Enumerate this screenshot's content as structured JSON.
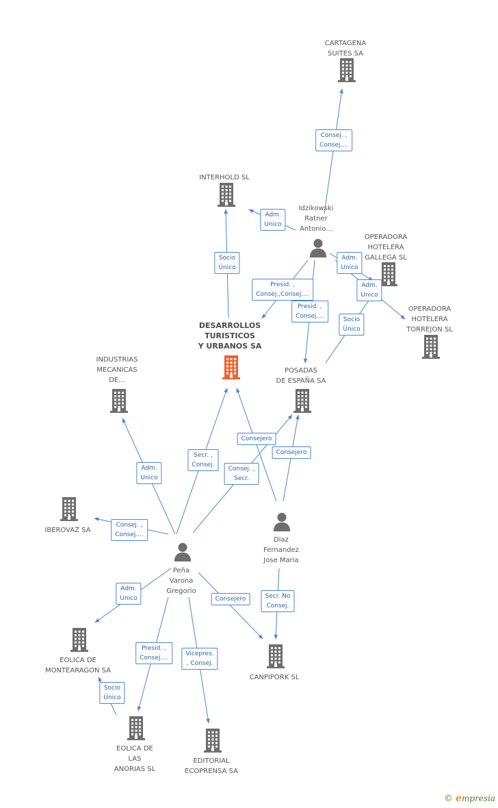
{
  "colors": {
    "edge": "#4a86d8",
    "building": "#6e6e6e",
    "building_main": "#f2622e",
    "person": "#6e6e6e",
    "label_text": "#555555",
    "edge_label_text": "#2f62a8"
  },
  "nodes": [
    {
      "id": "cartagena",
      "type": "company",
      "lines": [
        "CARTAGENA",
        "SUITES SA"
      ],
      "main": false
    },
    {
      "id": "interhold",
      "type": "company",
      "lines": [
        "INTERHOLD SL"
      ],
      "main": false
    },
    {
      "id": "idzikowski",
      "type": "person",
      "lines": [
        "Idzikowski",
        "Ratner",
        "Antonio..."
      ],
      "main": false
    },
    {
      "id": "op_gallega",
      "type": "company",
      "lines": [
        "OPERADORA",
        "HOTELERA",
        "GALLEGA SL"
      ],
      "main": false
    },
    {
      "id": "op_torrejon",
      "type": "company",
      "lines": [
        "OPERADORA",
        "HOTELERA",
        "TORREJON SL"
      ],
      "main": false
    },
    {
      "id": "desarrollos",
      "type": "company",
      "lines": [
        "DESARROLLOS",
        "TURISTICOS",
        "Y URBANOS SA"
      ],
      "main": true
    },
    {
      "id": "industrias",
      "type": "company",
      "lines": [
        "INDUSTRIAS",
        "MECANICAS",
        "DE..."
      ],
      "main": false
    },
    {
      "id": "posadas",
      "type": "company",
      "lines": [
        "POSADAS",
        "DE ESPAÑA SA"
      ],
      "main": false
    },
    {
      "id": "iberovaz",
      "type": "company",
      "lines": [
        "IBEROVAZ SA"
      ],
      "main": false
    },
    {
      "id": "diaz",
      "type": "person",
      "lines": [
        "Diaz",
        "Fernandez",
        "Jose Maria"
      ],
      "main": false
    },
    {
      "id": "pena",
      "type": "person",
      "lines": [
        "Peña",
        "Varona",
        "Gregorio"
      ],
      "main": false
    },
    {
      "id": "eolica_mont",
      "type": "company",
      "lines": [
        "EOLICA DE",
        "MONTEARAGON SA"
      ],
      "main": false
    },
    {
      "id": "canpipork",
      "type": "company",
      "lines": [
        "CANPIPORK SL"
      ],
      "main": false
    },
    {
      "id": "eolica_anorias",
      "type": "company",
      "lines": [
        "EOLICA DE",
        "LAS",
        "ANORIAS SL"
      ],
      "main": false
    },
    {
      "id": "editorial",
      "type": "company",
      "lines": [
        "EDITORIAL",
        "ECOPRENSA SA"
      ],
      "main": false
    }
  ],
  "edges": [
    {
      "id": "e1",
      "from": "idzikowski",
      "to": "cartagena",
      "lines": [
        "Consej. ,",
        "Consej...."
      ]
    },
    {
      "id": "e2",
      "from": "idzikowski",
      "to": "interhold",
      "lines": [
        "Adm.",
        "Unico"
      ]
    },
    {
      "id": "e3",
      "from": "desarrollos",
      "to": "interhold",
      "lines": [
        "Socio",
        "Único"
      ]
    },
    {
      "id": "e4",
      "from": "idzikowski",
      "to": "desarrollos",
      "lines": [
        "Presid. ,",
        "Consej.,Consej...."
      ]
    },
    {
      "id": "e5",
      "from": "idzikowski",
      "to": "posadas",
      "lines": [
        "Presid. ,",
        "Consej...."
      ]
    },
    {
      "id": "e6",
      "from": "idzikowski",
      "to": "op_gallega",
      "lines": [
        "Adm.",
        "Unico"
      ]
    },
    {
      "id": "e7",
      "from": "idzikowski",
      "to": "op_torrejon",
      "lines": [
        "Adm.",
        "Unico"
      ]
    },
    {
      "id": "e8",
      "from": "posadas",
      "to": "op_gallega",
      "lines": [
        "Socio",
        "Único"
      ]
    },
    {
      "id": "e9",
      "from": "pena",
      "to": "industrias",
      "lines": [
        "Adm.",
        "Unico"
      ]
    },
    {
      "id": "e10",
      "from": "pena",
      "to": "desarrollos",
      "lines": [
        "Secr. ,",
        "Consej."
      ]
    },
    {
      "id": "e11",
      "from": "pena",
      "to": "posadas",
      "lines": [
        "Consej. ,",
        "Secr."
      ]
    },
    {
      "id": "e12",
      "from": "diaz",
      "to": "desarrollos",
      "lines": [
        "Consejero"
      ]
    },
    {
      "id": "e13",
      "from": "diaz",
      "to": "posadas",
      "lines": [
        "Consejero"
      ]
    },
    {
      "id": "e14",
      "from": "pena",
      "to": "iberovaz",
      "lines": [
        "Consej. ,",
        "Consej...."
      ]
    },
    {
      "id": "e15",
      "from": "pena",
      "to": "eolica_mont",
      "lines": [
        "Adm.",
        "Unico"
      ]
    },
    {
      "id": "e16",
      "from": "eolica_anorias",
      "to": "eolica_mont",
      "lines": [
        "Socio",
        "Único"
      ]
    },
    {
      "id": "e17",
      "from": "pena",
      "to": "eolica_anorias",
      "lines": [
        "Presid. ,",
        "Consej...."
      ]
    },
    {
      "id": "e18",
      "from": "pena",
      "to": "editorial",
      "lines": [
        "Vicepres.",
        ", Consej."
      ]
    },
    {
      "id": "e19",
      "from": "pena",
      "to": "canpipork",
      "lines": [
        "Consejero"
      ]
    },
    {
      "id": "e20",
      "from": "diaz",
      "to": "canpipork",
      "lines": [
        "Secr. No",
        "Consej."
      ]
    }
  ],
  "footer": {
    "copyright": "©",
    "brand_initial": "e",
    "brand_rest": "mpresia"
  }
}
